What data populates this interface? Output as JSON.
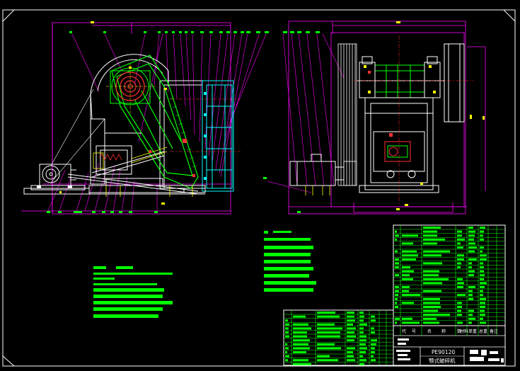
{
  "drawing": {
    "model": "PE90120",
    "name": "颚式破碎机",
    "parts_header": [
      "代",
      "号",
      "名",
      "称",
      "数",
      "材",
      "料",
      "单重",
      "总重",
      "备注"
    ],
    "colors": {
      "background": "#000000",
      "frame": "#ffffff",
      "line_magenta": "#ff00ff",
      "line_green": "#00ff00",
      "line_yellow": "#ffff00",
      "line_cyan": "#00ffff",
      "line_red": "#ff3030",
      "line_grey": "#b0b0b0"
    }
  }
}
